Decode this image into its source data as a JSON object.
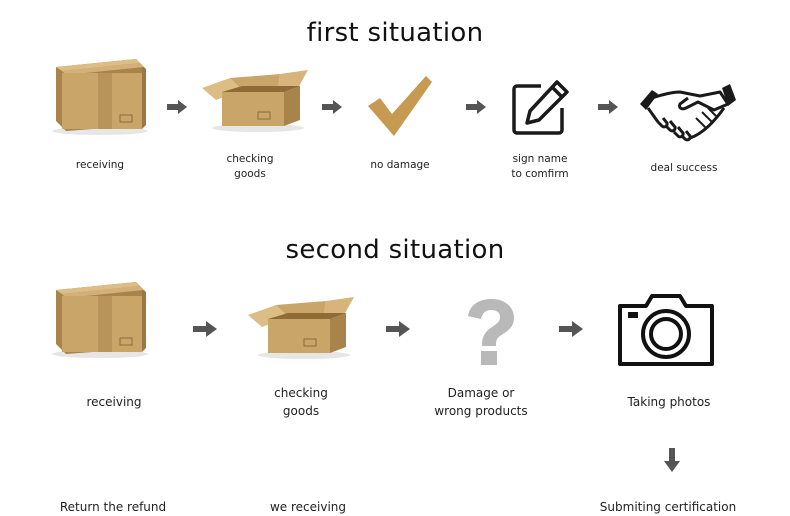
{
  "first": {
    "title": "first situation",
    "steps": [
      {
        "label": "receiving",
        "icon": "closed-box-icon"
      },
      {
        "label": "checking\ngoods",
        "icon": "open-box-icon"
      },
      {
        "label": "no damage",
        "icon": "checkmark-icon"
      },
      {
        "label": "sign name\nto comfirm",
        "icon": "sign-edit-icon"
      },
      {
        "label": "deal success",
        "icon": "handshake-icon"
      }
    ]
  },
  "second": {
    "title": "second situation",
    "steps": [
      {
        "label": "receiving",
        "icon": "closed-box-icon"
      },
      {
        "label": "checking\ngoods",
        "icon": "open-box-icon"
      },
      {
        "label": "Damage or\nwrong products",
        "icon": "question-mark-icon"
      },
      {
        "label": "Taking photos",
        "icon": "camera-icon"
      }
    ],
    "bottom": [
      {
        "label": "Return the refund"
      },
      {
        "label": "we receiving"
      },
      {
        "label": "Submiting certification"
      }
    ]
  },
  "colors": {
    "box_front": "#c9a56a",
    "box_side": "#a8834a",
    "box_top": "#dcbd86",
    "arrow": "#555555",
    "check": "#c79a52",
    "question": "#b9b9b9",
    "line_icon": "#1a1a1a"
  }
}
